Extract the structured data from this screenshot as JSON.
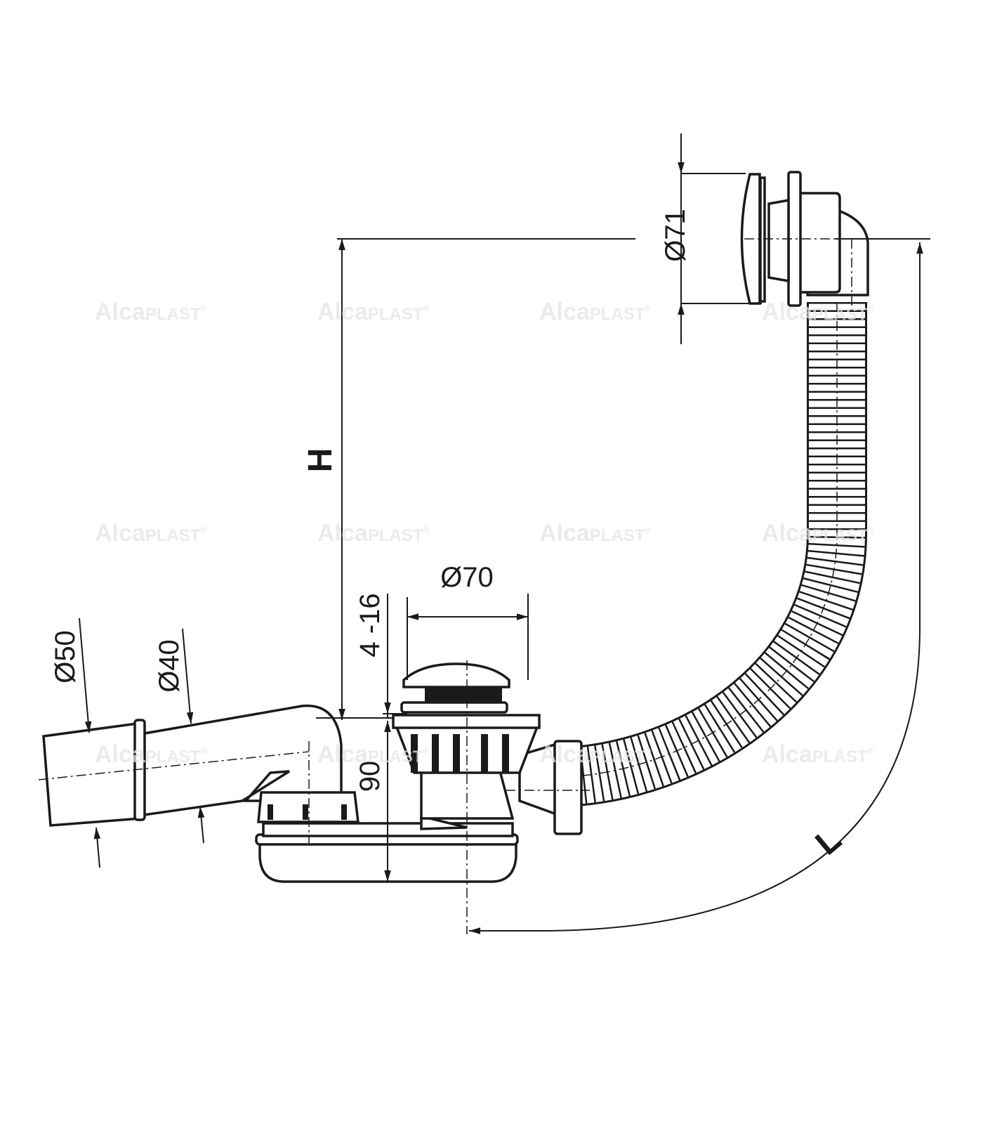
{
  "watermark": {
    "brand_a": "Alca",
    "brand_b": "PLAST",
    "mark": "®"
  },
  "dimensions": {
    "overflow_diameter": "Ø71",
    "height": "H",
    "plug_diameter": "Ø70",
    "plug_lift": "4 -16",
    "trap_height": "90",
    "outlet_outer": "Ø50",
    "outlet_inner": "Ø40",
    "length": "L"
  },
  "colors": {
    "line": "#1a1a1a",
    "watermark": "#ececec",
    "background": "#ffffff"
  }
}
